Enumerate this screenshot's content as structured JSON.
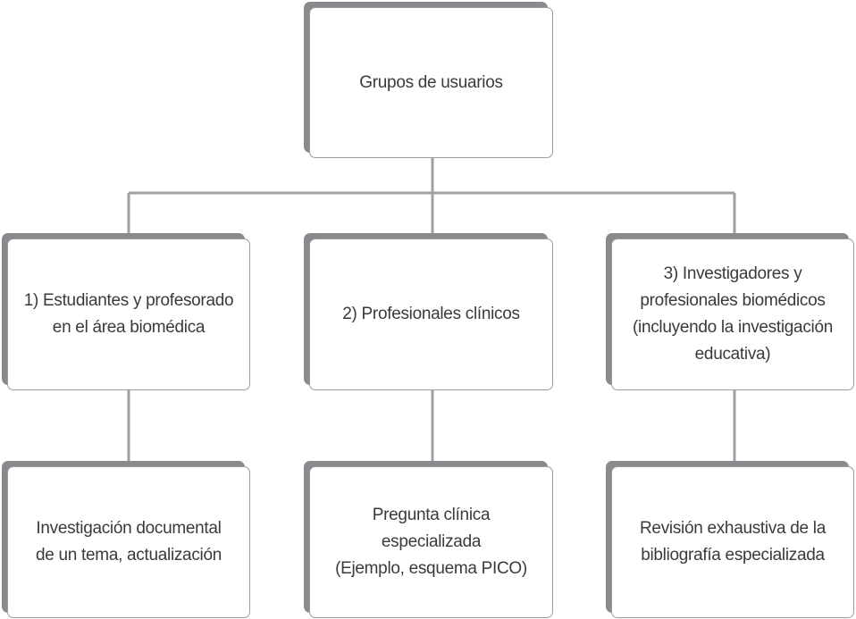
{
  "root": {
    "lines": [
      "Grupos de usuarios"
    ]
  },
  "groups": [
    {
      "lines": [
        "1) Estudiantes y profesorado",
        "en el área biomédica"
      ]
    },
    {
      "lines": [
        "2) Profesionales clínicos"
      ]
    },
    {
      "lines": [
        "3) Investigadores y",
        "profesionales biomédicos",
        "(incluyendo la investigación",
        "educativa)"
      ]
    }
  ],
  "needs": [
    {
      "lines": [
        "Investigación documental",
        "de un tema, actualización"
      ]
    },
    {
      "lines": [
        "Pregunta clínica",
        "especializada",
        "(Ejemplo, esquema PICO)"
      ]
    },
    {
      "lines": [
        "Revisión exhaustiva de la",
        "bibliografía especializada"
      ]
    }
  ],
  "colors": {
    "box_border": "#9c9ca0",
    "box_shadow": "#8a8a8e",
    "connector": "#a0a0a4",
    "text": "#3a3a3a"
  }
}
